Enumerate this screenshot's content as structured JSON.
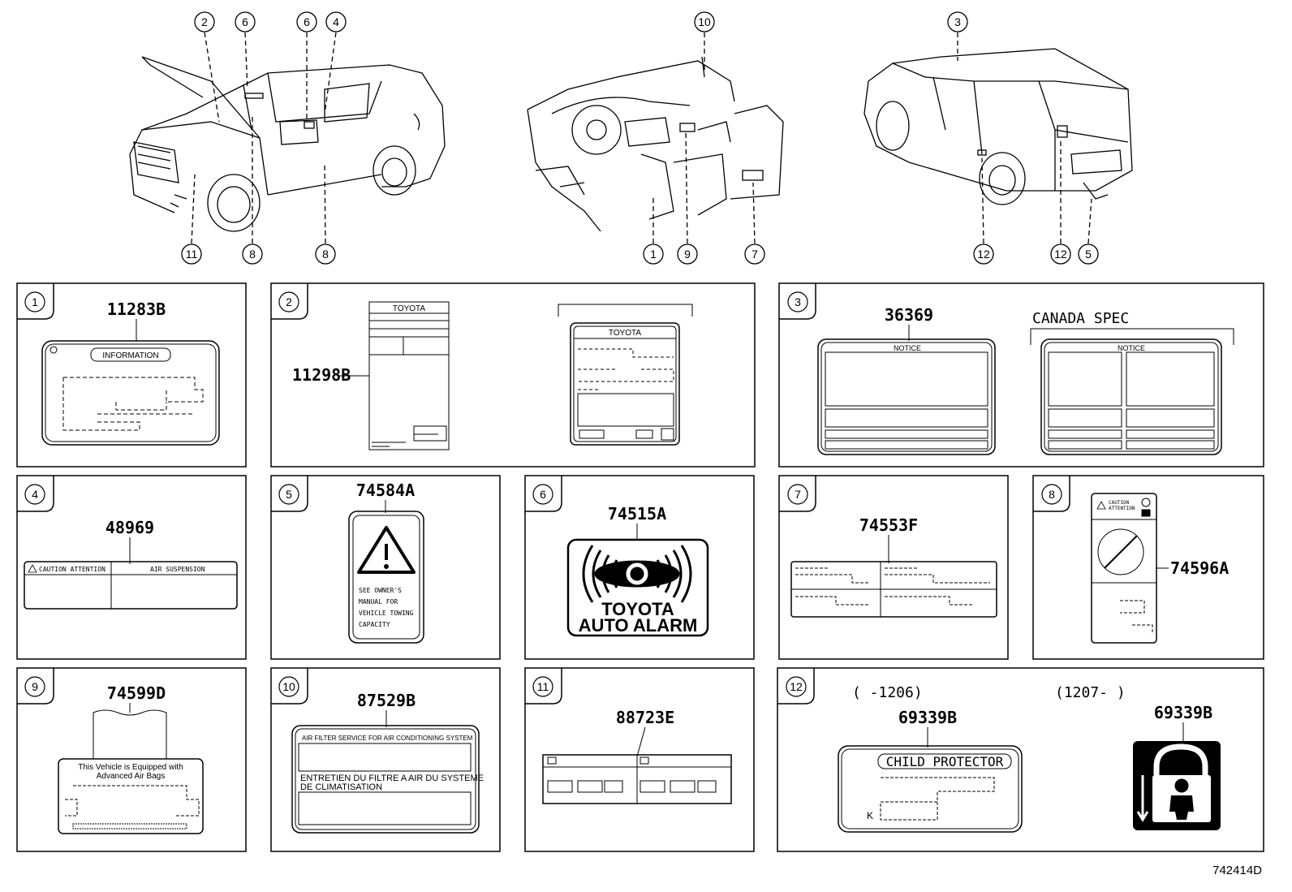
{
  "callouts": {
    "left_top": [
      "2",
      "6",
      "6",
      "4"
    ],
    "left_bottom": [
      "11",
      "8",
      "8"
    ],
    "mid_top": [
      "10"
    ],
    "mid_bottom": [
      "1",
      "9",
      "7"
    ],
    "right_top": [
      "3"
    ],
    "right_bottom": [
      "12",
      "12",
      "5"
    ]
  },
  "panels": [
    {
      "num": "1",
      "parts": [
        "11283B"
      ],
      "texts": {
        "sign": "INFORMATION"
      }
    },
    {
      "num": "2",
      "parts": [
        "11298B"
      ],
      "texts": {
        "brand_a": "TOYOTA",
        "brand_b": "TOYOTA"
      }
    },
    {
      "num": "3",
      "parts": [
        "36369"
      ],
      "texts": {
        "spec": "CANADA SPEC",
        "notice_a": "NOTICE",
        "notice_b": "NOTICE"
      }
    },
    {
      "num": "4",
      "parts": [
        "48969"
      ],
      "texts": {
        "caution": "CAUTION ATTENTION",
        "air": "AIR SUSPENSION"
      }
    },
    {
      "num": "5",
      "parts": [
        "74584A"
      ],
      "texts": {
        "l1": "SEE OWNER'S",
        "l2": "MANUAL FOR",
        "l3": "VEHICLE TOWING",
        "l4": "CAPACITY"
      }
    },
    {
      "num": "6",
      "parts": [
        "74515A"
      ],
      "texts": {
        "l1": "TOYOTA",
        "l2": "AUTO ALARM"
      }
    },
    {
      "num": "7",
      "parts": [
        "74553F"
      ],
      "texts": {}
    },
    {
      "num": "8",
      "parts": [
        "74596A"
      ],
      "texts": {
        "caution": "CAUTION",
        "attention": "ATTENTION"
      }
    },
    {
      "num": "9",
      "parts": [
        "74599D"
      ],
      "texts": {
        "l1": "This Vehicle is Equipped with",
        "l2": "Advanced Air Bags"
      }
    },
    {
      "num": "10",
      "parts": [
        "87529B"
      ],
      "texts": {
        "l1": "AIR FILTER SERVICE FOR AIR CONDITIONING SYSTEM",
        "l2": "ENTRETIEN DU FILTRE A AIR DU SYSTEME",
        "l3": "DE CLIMATISATION"
      }
    },
    {
      "num": "11",
      "parts": [
        "88723E"
      ],
      "texts": {}
    },
    {
      "num": "12",
      "parts": [
        "69339B",
        "69339B"
      ],
      "texts": {
        "range_a": "(  -1206)",
        "range_b": "(1207-  )",
        "sign": "CHILD PROTECTOR",
        "k": "K"
      }
    }
  ],
  "figure_id": "742414D"
}
